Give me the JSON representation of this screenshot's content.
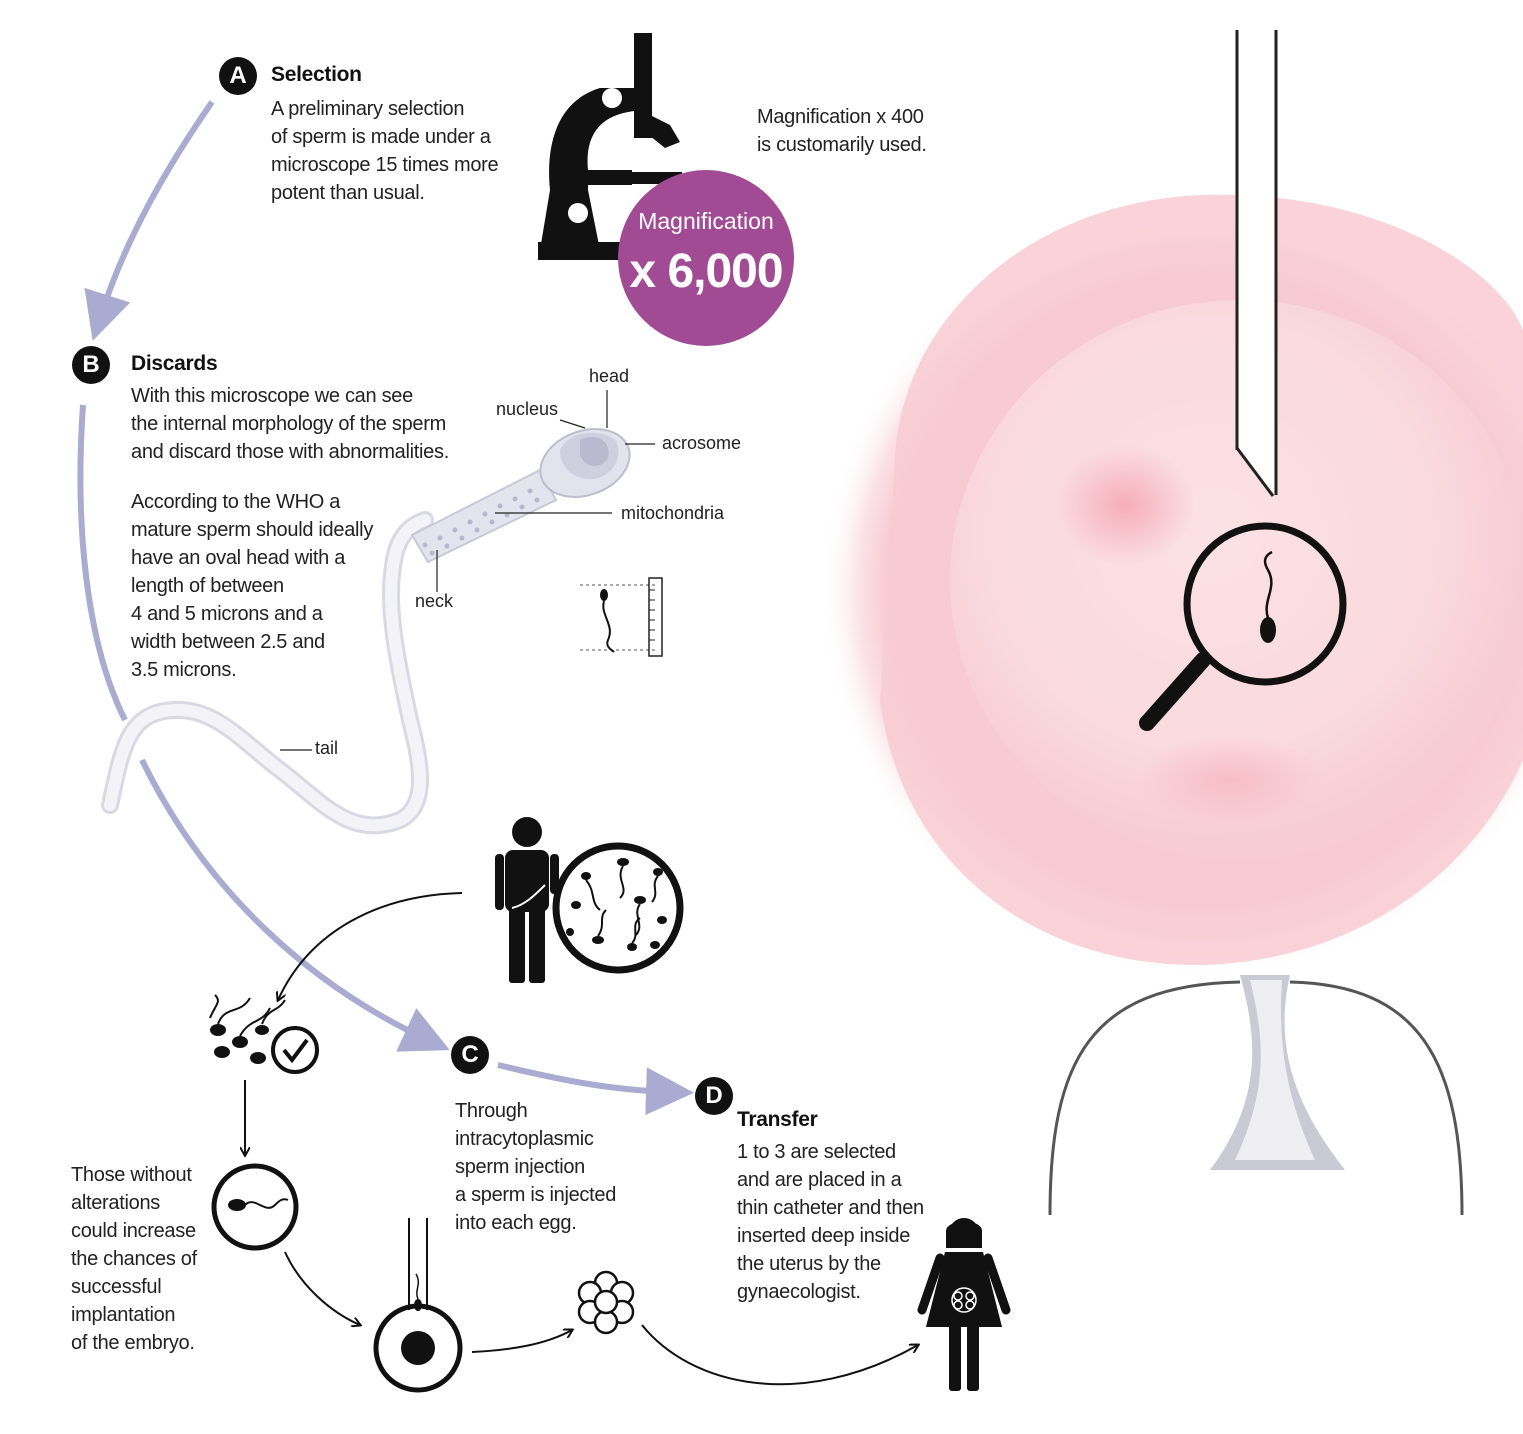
{
  "steps": {
    "a": {
      "letter": "A",
      "title": "Selection",
      "text": "A preliminary selection\nof sperm is made under a\nmicroscope 15 times more\npotent than usual."
    },
    "b": {
      "letter": "B",
      "title": "Discards",
      "text1": "With this microscope we can see\nthe internal morphology of the sperm\nand discard those with abnormalities.",
      "text2": "According to the WHO a\nmature sperm should ideally\nhave an oval head with a\nlength of between\n4 and 5 microns and a\nwidth between 2.5 and\n3.5 microns."
    },
    "c": {
      "letter": "C",
      "text": "Through\nintracytoplasmic\nsperm injection\na sperm is injected\ninto each egg."
    },
    "d": {
      "letter": "D",
      "title": "Transfer",
      "text": "1 to 3 are selected\nand are placed in a\nthin catheter and then\ninserted deep inside\nthe uterus by the\ngynaecologist."
    }
  },
  "magnification_note": "Magnification x 400\nis customarily used.",
  "magnification_badge": {
    "label": "Magnification",
    "value": "x 6,000",
    "color": "#a24b95"
  },
  "sperm_labels": {
    "head": "head",
    "nucleus": "nucleus",
    "acrosome": "acrosome",
    "mitochondria": "mitochondria",
    "neck": "neck",
    "tail": "tail"
  },
  "side_note": "Those without\nalterations\ncould increase\nthe chances of\nsuccessful\nimplantation\nof the embryo.",
  "colors": {
    "flow_arrow": "#a9abd0",
    "egg_pink": "#f7c7cd",
    "ink": "#111111"
  },
  "icons": [
    "microscope-icon",
    "magnifier-icon",
    "man-icon",
    "sperm-sample-icon",
    "sperm-check-icon",
    "sperm-cell-icon",
    "egg-injection-icon",
    "embryo-icon",
    "woman-icon",
    "ruler-icon",
    "pipette-icon"
  ]
}
